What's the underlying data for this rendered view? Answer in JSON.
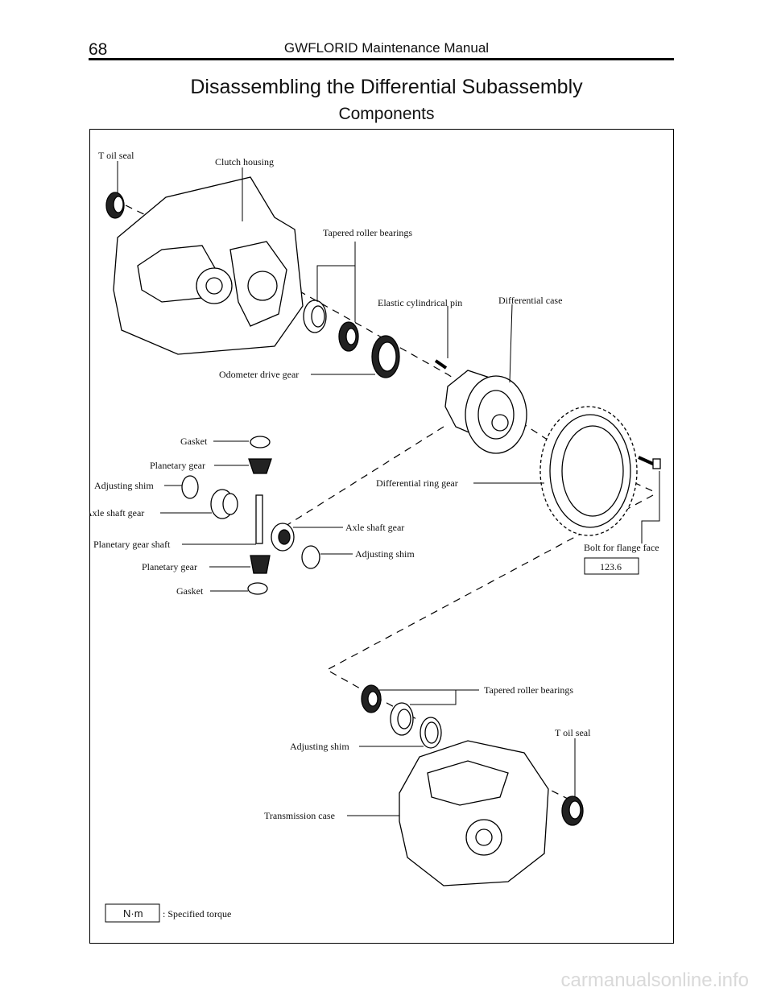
{
  "header": {
    "page_number": "68",
    "manual_title": "GWFLORID Maintenance Manual"
  },
  "title": "Disassembling the Differential Subassembly",
  "subtitle": "Components",
  "labels": {
    "t_oil_seal_top": "T oil seal",
    "clutch_housing": "Clutch housing",
    "tapered_roller_bearings_top": "Tapered roller bearings",
    "elastic_cylindrical_pin": "Elastic cylindrical pin",
    "differential_case": "Differential case",
    "odometer_drive_gear": "Odometer drive gear",
    "gasket_top": "Gasket",
    "planetary_gear_top": "Planetary gear",
    "adjusting_shim_left": "Adjusting shim",
    "axle_shaft_gear_left": "Axle shaft gear",
    "planetary_gear_shaft": "Planetary gear shaft",
    "planetary_gear_bottom": "Planetary gear",
    "gasket_bottom": "Gasket",
    "differential_ring_gear": "Differential ring gear",
    "axle_shaft_gear_right": "Axle shaft gear",
    "adjusting_shim_right": "Adjusting shim",
    "bolt_for_flange_face": "Bolt for flange face",
    "tapered_roller_bearings_bottom": "Tapered roller bearings",
    "t_oil_seal_bottom": "T oil seal",
    "adjusting_shim_bottom": "Adjusting shim",
    "transmission_case": "Transmission case"
  },
  "torque": {
    "bolt_value": "123.6",
    "legend_unit": "N·m",
    "legend_text": ": Specified torque"
  },
  "watermark": "carmanualsonline.info"
}
